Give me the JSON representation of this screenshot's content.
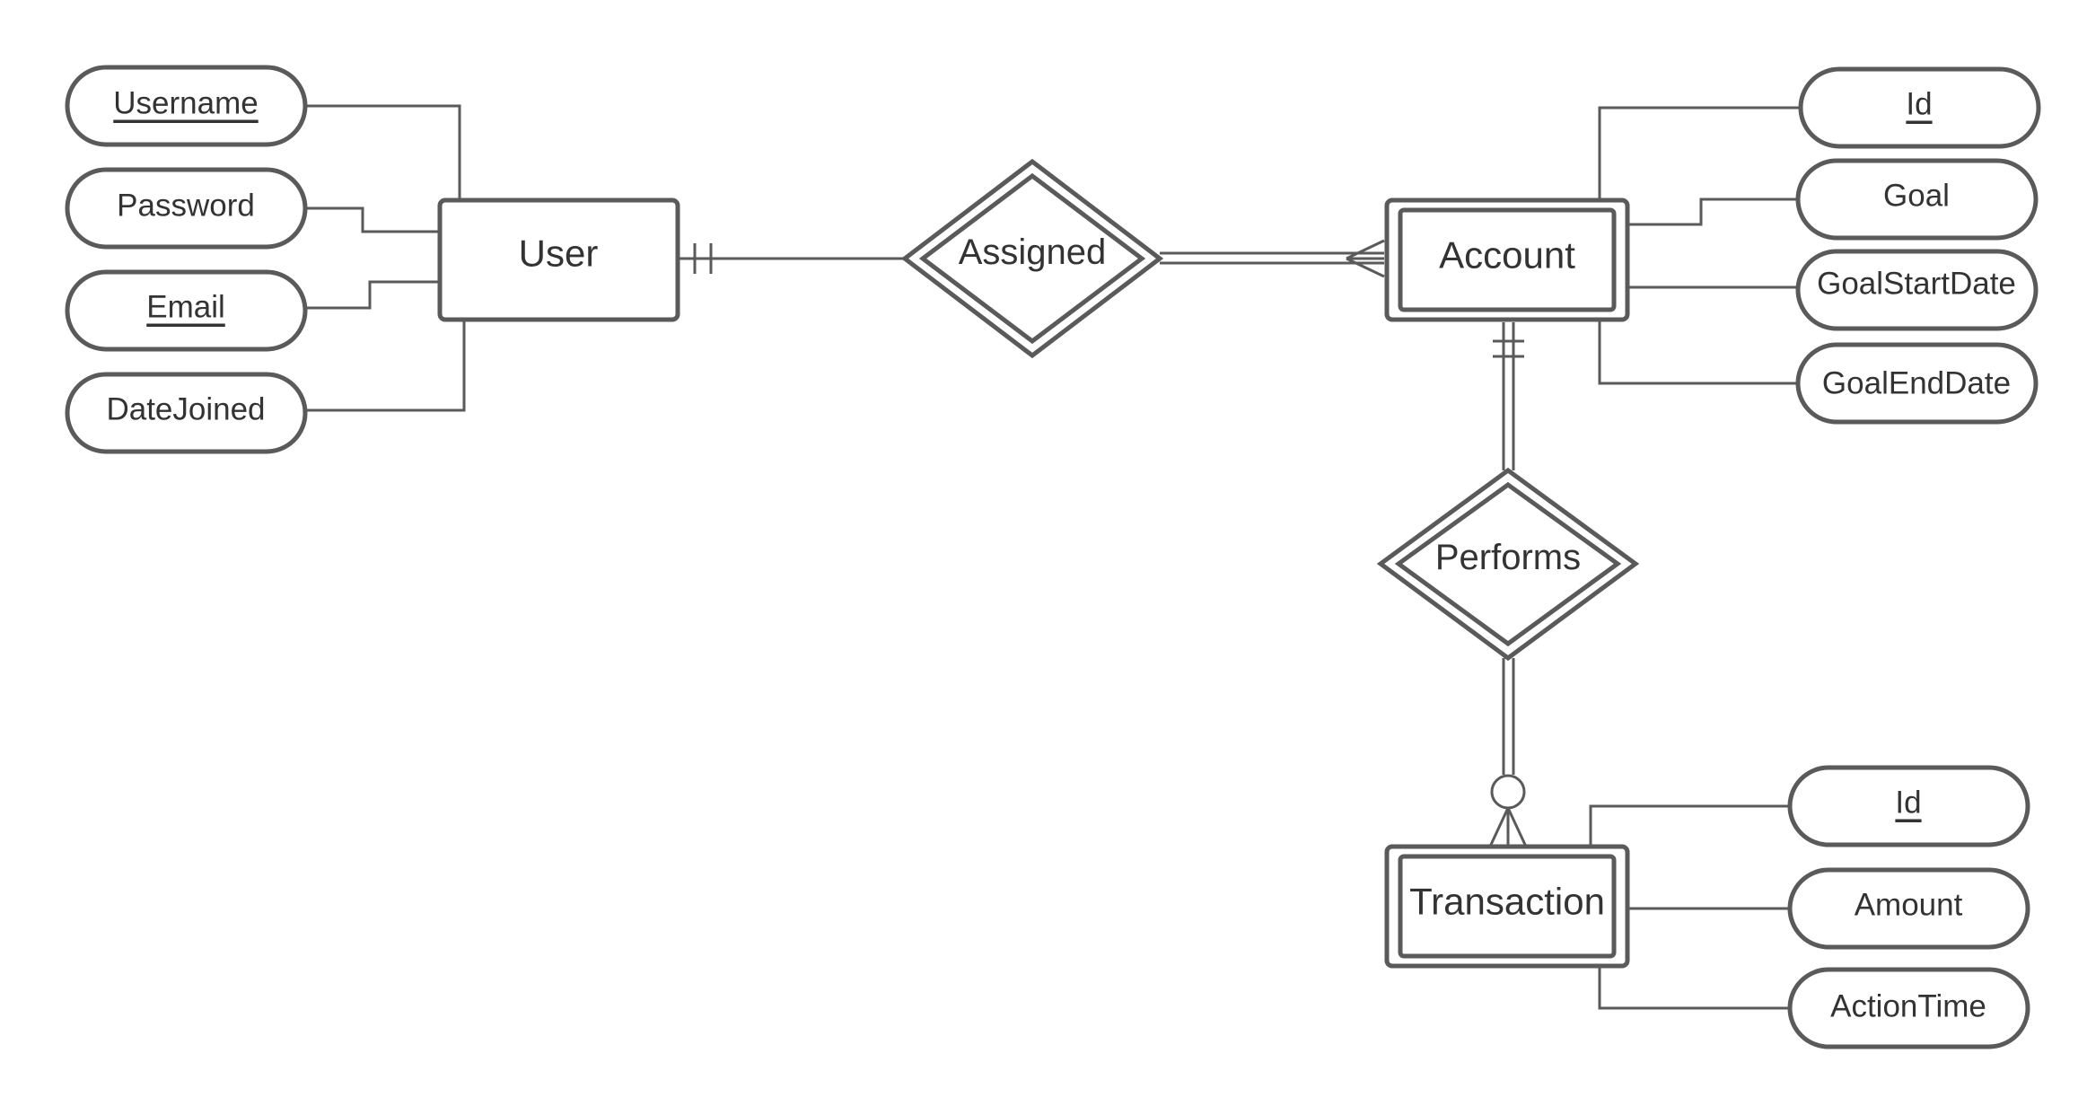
{
  "entities": {
    "user": "User",
    "account": "Account",
    "transaction": "Transaction"
  },
  "relationships": {
    "assigned": "Assigned",
    "performs": "Performs"
  },
  "attributes": {
    "user": [
      {
        "label": "Username",
        "key": "primary"
      },
      {
        "label": "Password",
        "key": "none"
      },
      {
        "label": "Email",
        "key": "primary"
      },
      {
        "label": "DateJoined",
        "key": "none"
      }
    ],
    "account": [
      {
        "label": "Id",
        "key": "partial"
      },
      {
        "label": "Goal",
        "key": "none"
      },
      {
        "label": "GoalStartDate",
        "key": "none"
      },
      {
        "label": "GoalEndDate",
        "key": "none"
      }
    ],
    "transaction": [
      {
        "label": "Id",
        "key": "partial"
      },
      {
        "label": "Amount",
        "key": "none"
      },
      {
        "label": "ActionTime",
        "key": "none"
      }
    ]
  },
  "style": {
    "stroke_color": "#5a5a5a",
    "text_color": "#333333",
    "background": "#ffffff"
  }
}
